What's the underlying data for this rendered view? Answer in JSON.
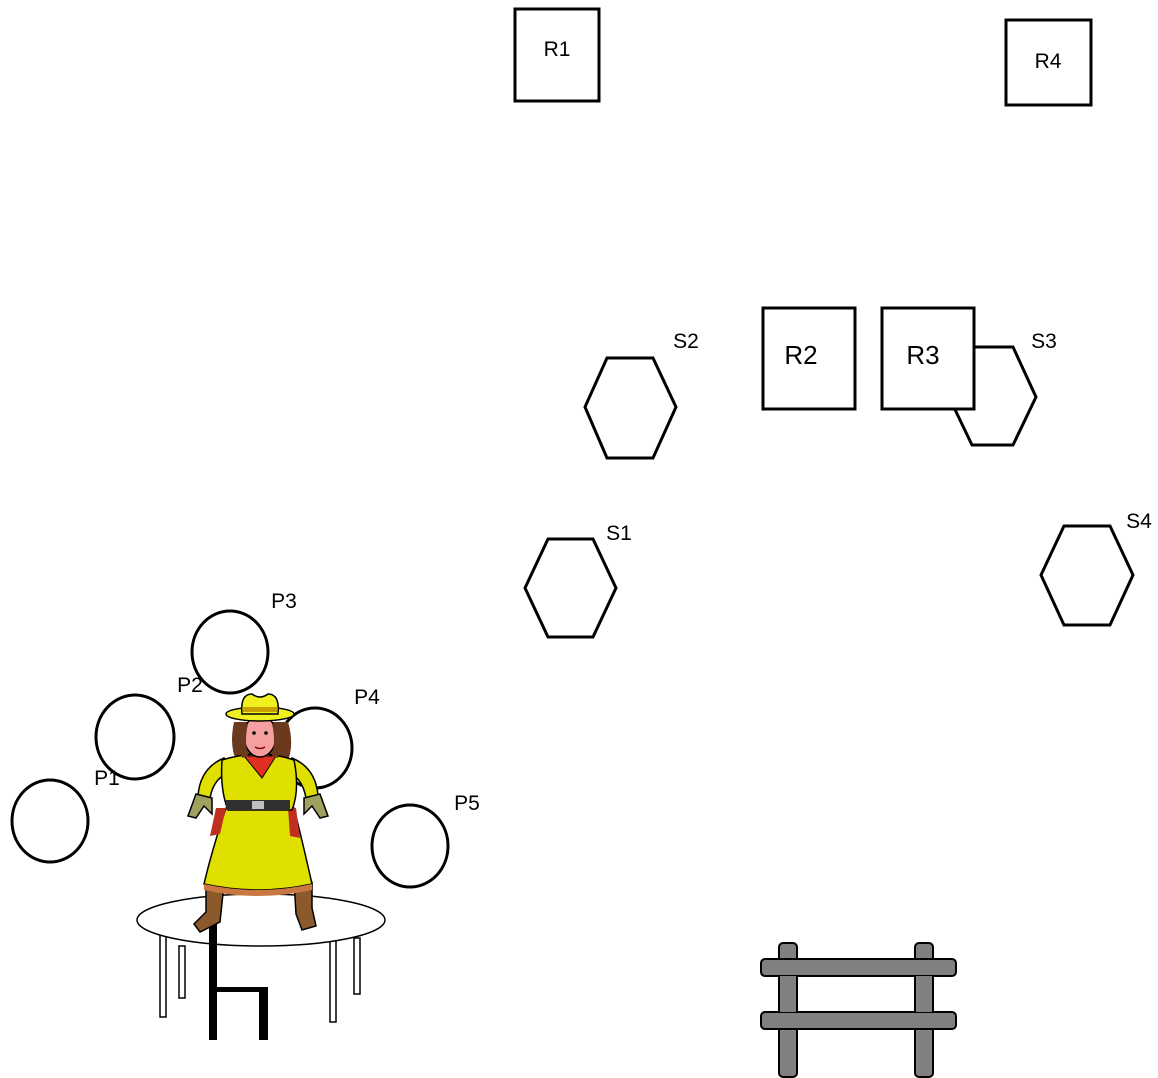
{
  "labels": {
    "r1": "R1",
    "r2": "R2",
    "r3": "R3",
    "r4": "R4",
    "s1": "S1",
    "s2": "S2",
    "s3": "S3",
    "s4": "S4",
    "p1": "P1",
    "p2": "P2",
    "p3": "P3",
    "p4": "P4",
    "p5": "P5"
  },
  "colors": {
    "stroke": "#000000",
    "fence": "#808080",
    "dress": "#e0e000",
    "hat": "#f0f020",
    "skin": "#f4a0a0",
    "hair": "#6b3a1e",
    "bandana": "#e03020",
    "boots": "#8b5a2b"
  }
}
